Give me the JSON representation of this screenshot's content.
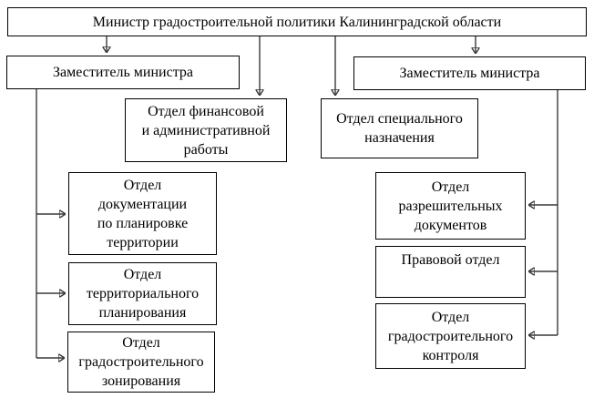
{
  "diagram": {
    "type": "org-chart",
    "nodes": {
      "minister": {
        "label": "Министр градостроительной политики Калининградской области"
      },
      "deputy_left": {
        "label": "Заместитель министра"
      },
      "deputy_right": {
        "label": "Заместитель министра"
      },
      "dept_finance": {
        "label": "Отдел финансовой\nи административной\nработы"
      },
      "dept_special": {
        "label": "Отдел специального\nназначения"
      },
      "dept_doc": {
        "label": "Отдел\nдокументации\nпо планировке\nтерритории"
      },
      "dept_terr": {
        "label": "Отдел\nтерриториального\nпланирования"
      },
      "dept_zoning": {
        "label": "Отдел\nградостроительного\nзонирования"
      },
      "dept_permits": {
        "label": "Отдел\nразрешительных\nдокументов"
      },
      "dept_legal": {
        "label": "Правовой отдел"
      },
      "dept_control": {
        "label": "Отдел\nградостроительного\nконтроля"
      }
    },
    "edges": [
      {
        "from": "minister",
        "to": "deputy_left"
      },
      {
        "from": "minister",
        "to": "dept_finance"
      },
      {
        "from": "minister",
        "to": "dept_special"
      },
      {
        "from": "minister",
        "to": "deputy_right"
      },
      {
        "from": "deputy_left",
        "to": "dept_doc"
      },
      {
        "from": "deputy_left",
        "to": "dept_terr"
      },
      {
        "from": "deputy_left",
        "to": "dept_zoning"
      },
      {
        "from": "deputy_right",
        "to": "dept_permits"
      },
      {
        "from": "deputy_right",
        "to": "dept_legal"
      },
      {
        "from": "deputy_right",
        "to": "dept_control"
      }
    ],
    "colors": {
      "background": "#ffffff",
      "box_border": "#000000",
      "text": "#000000",
      "connector": "#3a3a3a"
    }
  }
}
